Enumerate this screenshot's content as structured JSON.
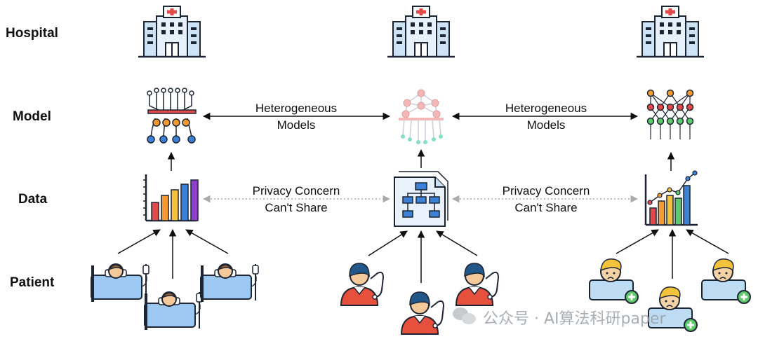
{
  "rows": {
    "hospital": "Hospital",
    "model": "Model",
    "data": "Data",
    "patient": "Patient"
  },
  "model_links": [
    {
      "line1": "Heterogeneous",
      "line2": "Models"
    },
    {
      "line1": "Heterogeneous",
      "line2": "Models"
    }
  ],
  "data_links": [
    {
      "line1": "Privacy Concern",
      "line2": "Can't Share"
    },
    {
      "line1": "Privacy Concern",
      "line2": "Can't Share"
    }
  ],
  "watermark": "公众号 · AI算法科研paper",
  "colors": {
    "outline": "#1d2533",
    "building": "#cfe3f7",
    "cross": "#e24a4a",
    "bed": "#9cc8f2",
    "skin": "#f5c99a",
    "hair_brown": "#8b5a2b",
    "hair_blond": "#f5c33b",
    "scrubs": "#e8503e",
    "doctor_hair": "#22578a",
    "plus_green": "#5cc96b"
  }
}
